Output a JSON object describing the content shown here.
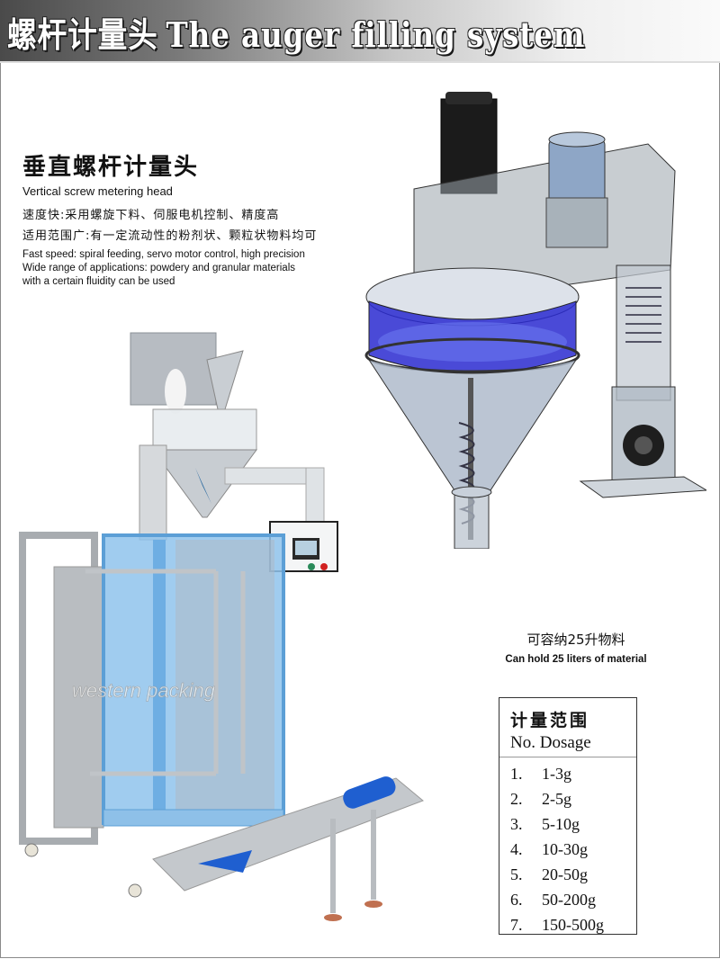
{
  "banner": {
    "title_cn": "螺杆计量头",
    "title_en": "The auger filling system"
  },
  "intro": {
    "heading_cn": "垂直螺杆计量头",
    "heading_en": "Vertical screw metering head",
    "feature1_cn": "速度快:采用螺旋下料、伺服电机控制、精度高",
    "feature2_cn": "适用范围广:有一定流动性的粉剂状、颗粒状物料均可",
    "feature1_en": "Fast speed: spiral feeding, servo motor control, high precision",
    "feature2_en_line1": "Wide range of applications: powdery and granular materials",
    "feature2_en_line2": "with a certain fluidity can be used"
  },
  "capacity": {
    "cn": "可容纳25升物料",
    "en": "Can hold 25 liters of material"
  },
  "dosage_table": {
    "title_cn": "计量范围",
    "header": "No. Dosage",
    "rows": [
      {
        "no": "1.",
        "range": "1-3g"
      },
      {
        "no": "2.",
        "range": "2-5g"
      },
      {
        "no": "3.",
        "range": "5-10g"
      },
      {
        "no": "4.",
        "range": "10-30g"
      },
      {
        "no": "5.",
        "range": "20-50g"
      },
      {
        "no": "6.",
        "range": "50-200g"
      },
      {
        "no": "7.",
        "range": "150-500g"
      }
    ]
  },
  "images": {
    "machine_photo": "vertical packaging machine with auger filler",
    "cad_drawing": "auger filler hopper cutaway 3D drawing",
    "watermark": "western packing"
  },
  "colors": {
    "banner_dark": "#4a4a4a",
    "hopper_blue": "#2a2ad0",
    "machine_blue": "#8fc3ec",
    "conveyor_blue": "#1f5fd0"
  }
}
